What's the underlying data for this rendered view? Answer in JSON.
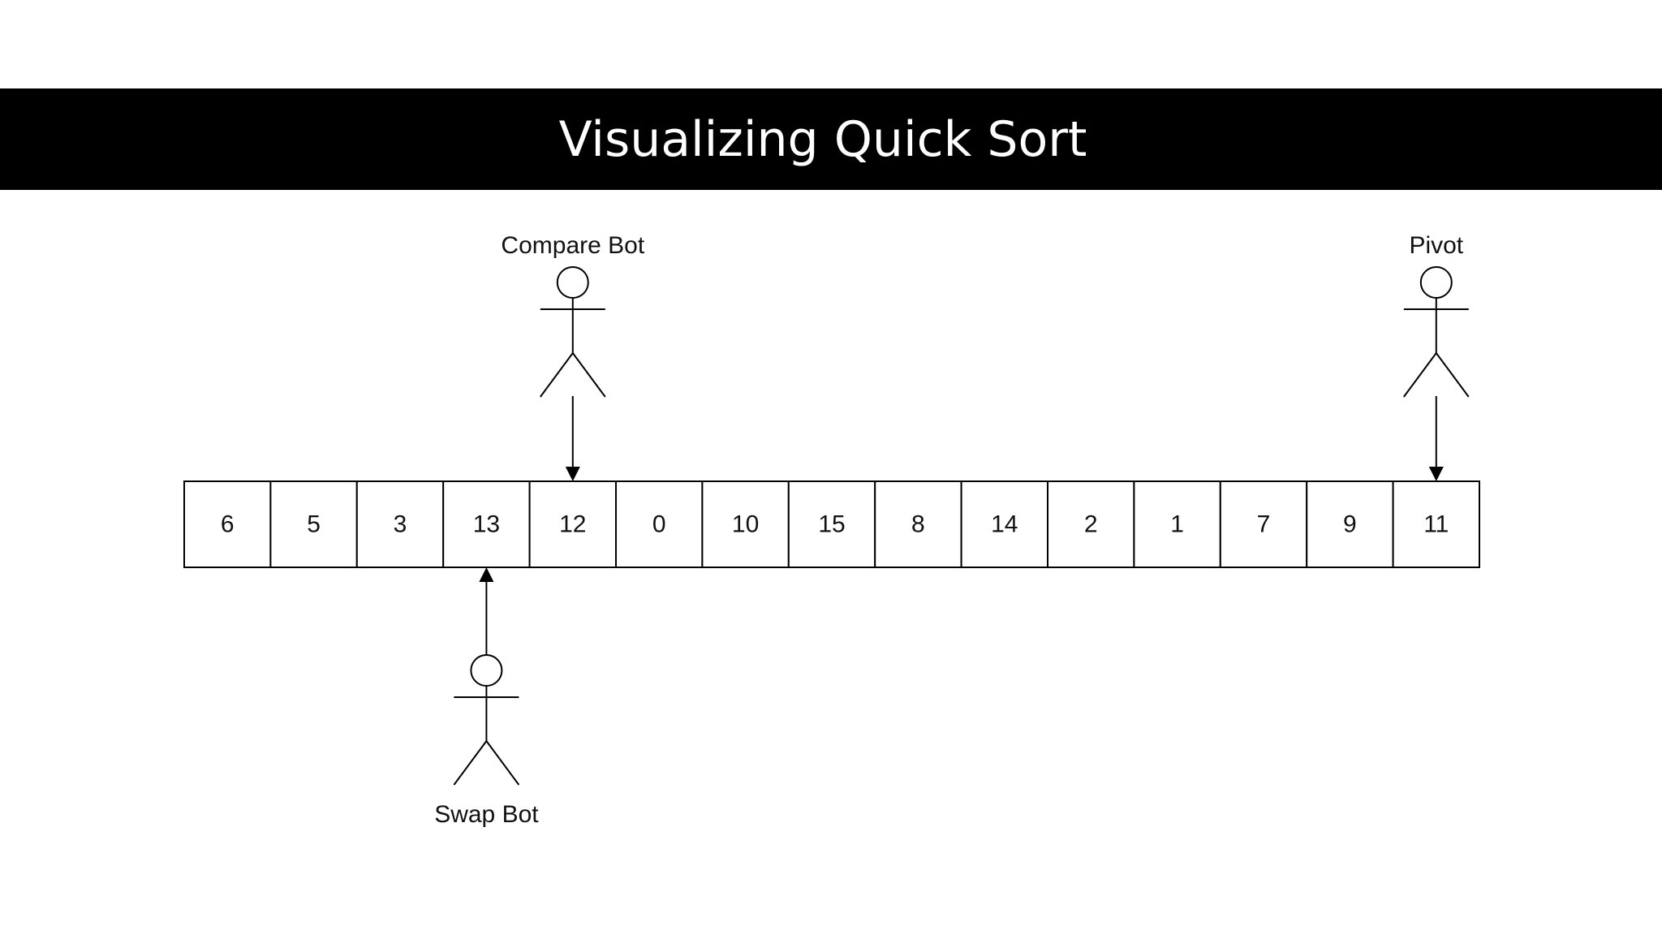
{
  "title": "Visualizing Quick Sort",
  "array": [
    6,
    5,
    3,
    13,
    12,
    0,
    10,
    15,
    8,
    14,
    2,
    1,
    7,
    9,
    11
  ],
  "actors": {
    "compare": {
      "label": "Compare Bot",
      "index": 4
    },
    "pivot": {
      "label": "Pivot",
      "index": 14
    },
    "swap": {
      "label": "Swap Bot",
      "index": 3
    }
  }
}
